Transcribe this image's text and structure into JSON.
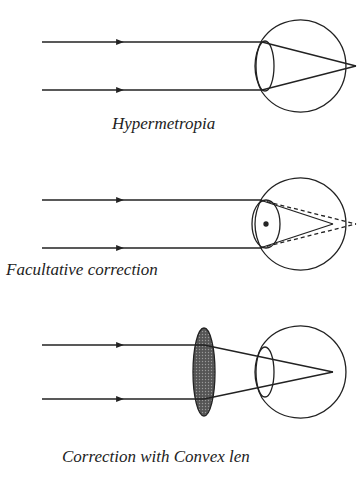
{
  "diagram": {
    "labels": [
      "Hypermetropia",
      "Facultative correction",
      "Correction with Convex len"
    ]
  }
}
